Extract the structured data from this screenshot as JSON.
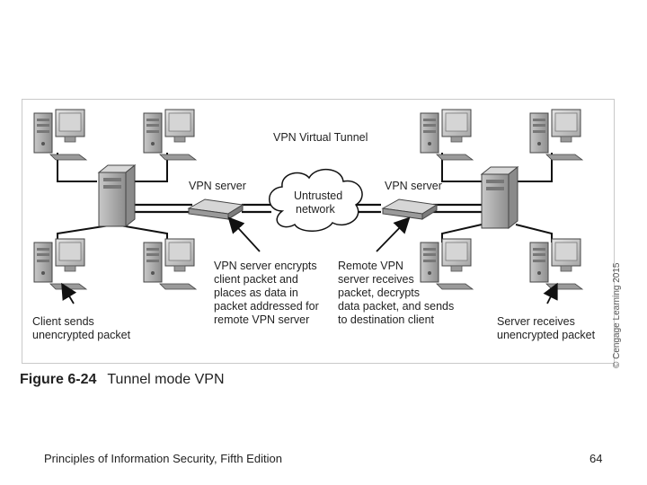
{
  "diagram": {
    "tunnel_label": "VPN Virtual Tunnel",
    "vpn_server_left": "VPN server",
    "vpn_server_right": "VPN server",
    "cloud_line1": "Untrusted",
    "cloud_line2": "network",
    "note_left": [
      "VPN server encrypts",
      "client packet and",
      "places as data in",
      "packet addressed for",
      "remote VPN server"
    ],
    "note_right": [
      "Remote VPN",
      "server receives",
      "packet, decrypts",
      "data packet, and sends",
      "to destination client"
    ],
    "client_caption": [
      "Client sends",
      "unencrypted packet"
    ],
    "server_caption": [
      "Server receives",
      "unencrypted packet"
    ]
  },
  "credit": "© Cengage Learning 2015",
  "caption": {
    "number": "Figure 6-24",
    "title": "Tunnel mode VPN"
  },
  "footer": {
    "title": "Principles of Information Security, Fifth Edition",
    "page": "64"
  },
  "icons": [
    "desktop-computer-icon",
    "tower-server-icon",
    "vpn-server-device-icon",
    "cloud-icon"
  ]
}
